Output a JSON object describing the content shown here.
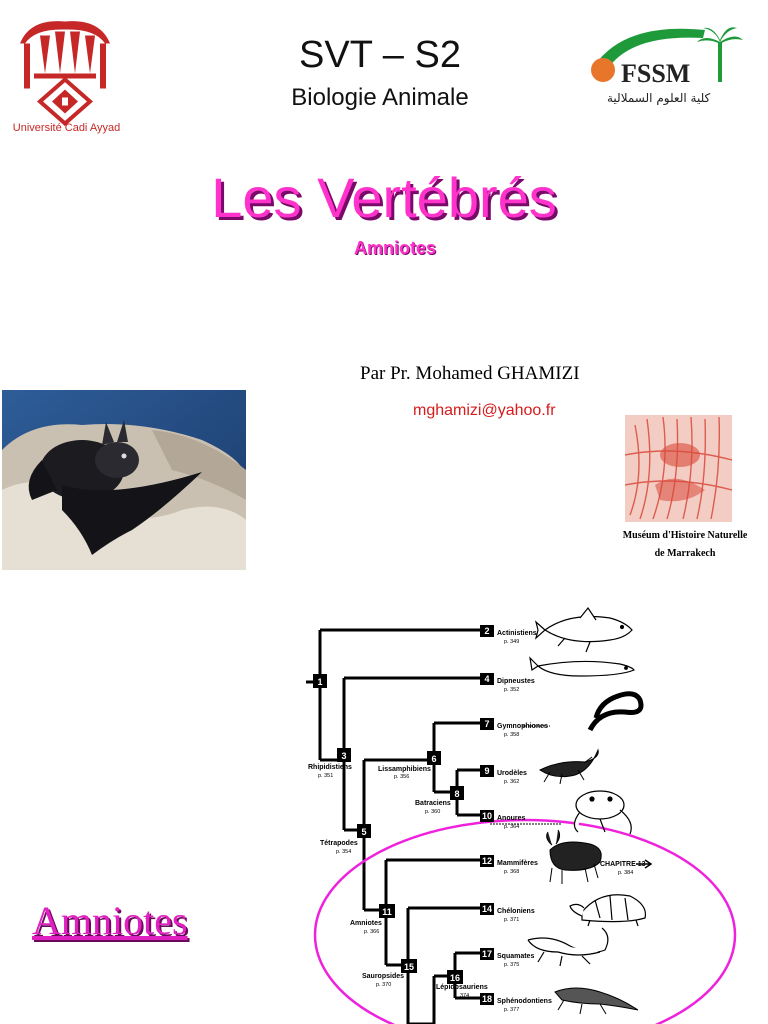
{
  "header": {
    "university_caption": "Université Cadi Ayyad",
    "course_title": "SVT – S2",
    "course_subtitle": "Biologie Animale",
    "fssm_text": "FSSM",
    "fssm_arabic": "كلية العلوم السملالية"
  },
  "title": {
    "main": "Les Vertébrés",
    "sub": "Amniotes"
  },
  "author": {
    "name": "Par Pr. Mohamed GHAMIZI",
    "email": "mghamizi@yahoo.fr"
  },
  "museum": {
    "line1": "Muséum d'Histoire Naturelle",
    "line2": "de Marrakech"
  },
  "section_label": "Amniotes",
  "colors": {
    "title_pink": "#ff33cc",
    "logo_red": "#c62828",
    "email_red": "#d81b1b",
    "ellipse_magenta": "#ee22dd"
  },
  "cladogram": {
    "nodes": [
      "1",
      "3",
      "5",
      "6",
      "8",
      "11",
      "15",
      "16"
    ],
    "terminals": [
      {
        "num": "2",
        "name": "Actinistiens",
        "page": "p. 349"
      },
      {
        "num": "4",
        "name": "Dipneustes",
        "page": "p. 352"
      },
      {
        "num": "7",
        "name": "Gymnophiones",
        "page": "p. 358"
      },
      {
        "num": "9",
        "name": "Urodèles",
        "page": "p. 362"
      },
      {
        "num": "10",
        "name": "Anoures",
        "page": "p. 364"
      },
      {
        "num": "12",
        "name": "Mammifères",
        "page": "p. 368"
      },
      {
        "num": "14",
        "name": "Chéloniens",
        "page": "p. 371"
      },
      {
        "num": "17",
        "name": "Squamates",
        "page": "p. 375"
      },
      {
        "num": "18",
        "name": "Sphénodontiens",
        "page": "p. 377"
      }
    ],
    "clades": [
      {
        "name": "Rhipidistiens",
        "page": "p. 351"
      },
      {
        "name": "Lissamphibiens",
        "page": "p. 356"
      },
      {
        "name": "Batraciens",
        "page": "p. 360"
      },
      {
        "name": "Tétrapodes",
        "page": "p. 354"
      },
      {
        "name": "Amniotes",
        "page": "p. 366"
      },
      {
        "name": "Sauropsides",
        "page": "p. 370"
      },
      {
        "name": "Lépidosauriens",
        "page": "374"
      }
    ],
    "chapter_note": "CHAPITRE 13",
    "chapter_page": "p. 384"
  }
}
